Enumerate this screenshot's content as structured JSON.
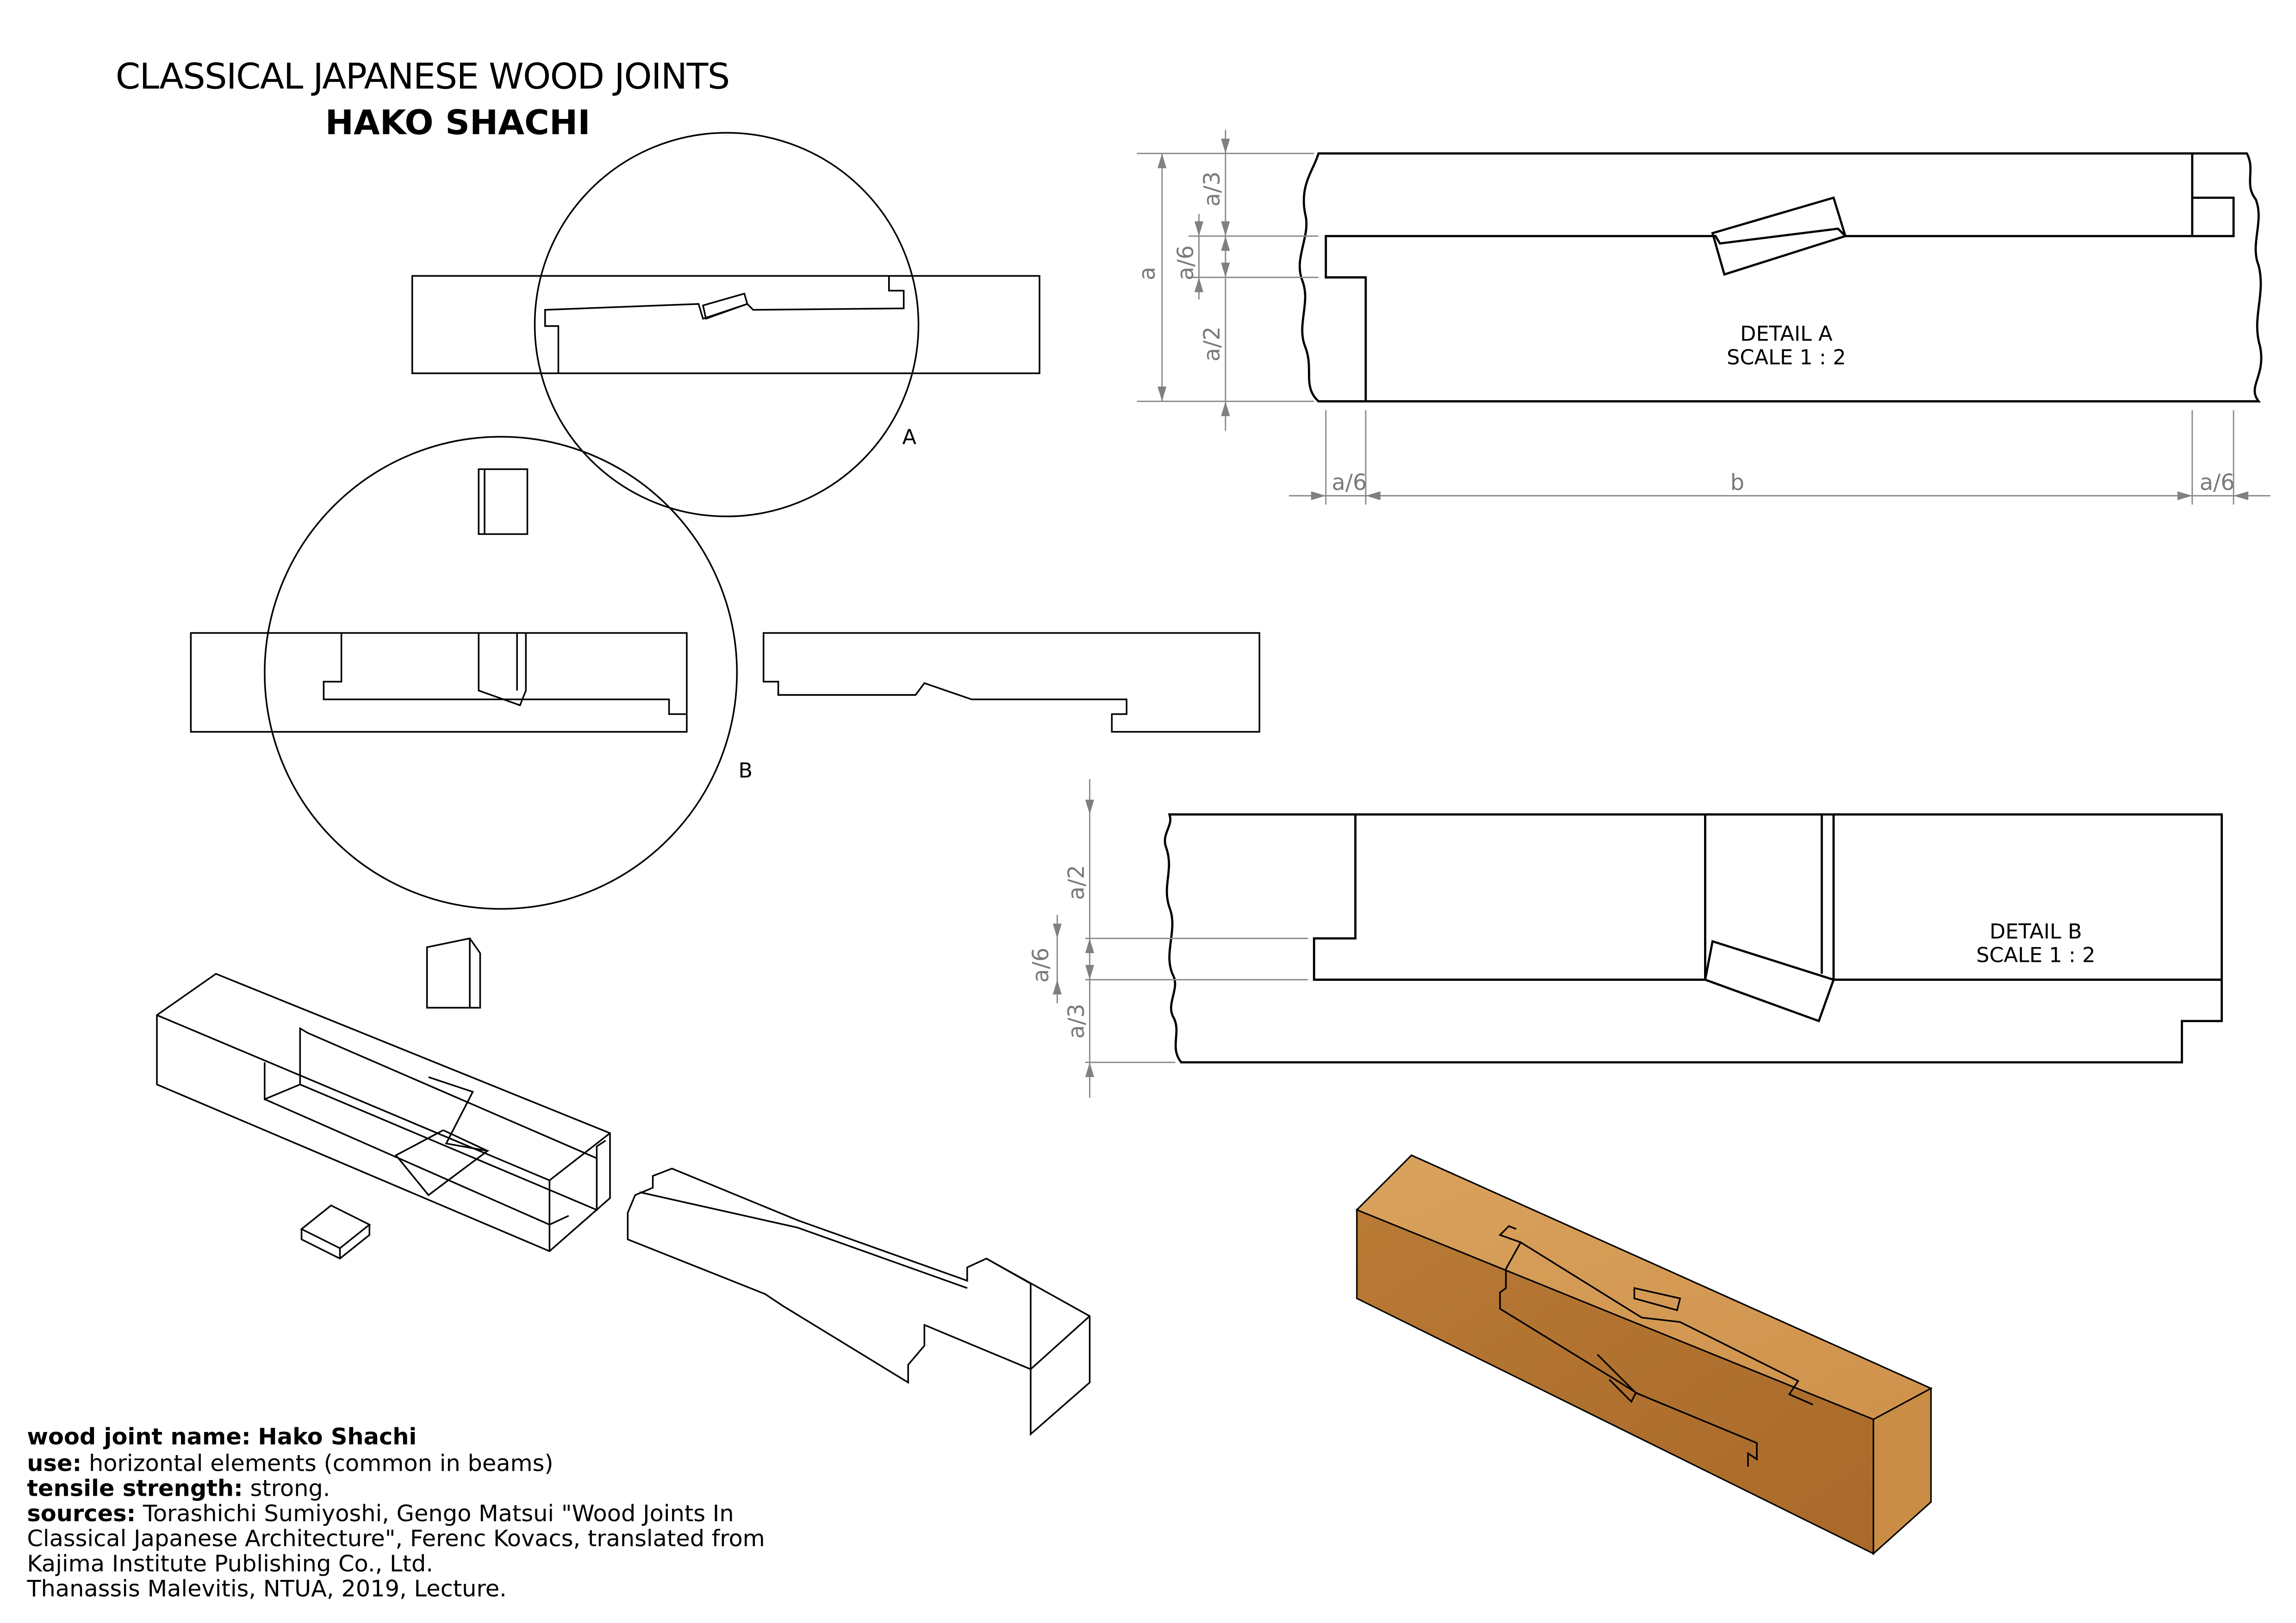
{
  "header": {
    "title": "CLASSICAL JAPANESE WOOD JOINTS",
    "subtitle": "HAKO SHACHI"
  },
  "callouts": {
    "circle_a_label": "A",
    "circle_b_label": "B"
  },
  "detail_a": {
    "title": "DETAIL A",
    "scale": "SCALE 1 : 2",
    "dims": {
      "total_height": "a",
      "top": "a/3",
      "middle": "a/6",
      "bottom": "a/2",
      "left_offset": "a/6",
      "length": "b",
      "right_offset": "a/6"
    }
  },
  "detail_b": {
    "title": "DETAIL B",
    "scale": "SCALE 1 : 2",
    "dims": {
      "top": "a/2",
      "middle": "a/6",
      "bottom": "a/3"
    }
  },
  "render": {
    "wood_top_color": "#d49a55",
    "wood_side_color": "#b5742f",
    "wood_end_color": "#c98d45"
  },
  "info": {
    "name_label": "wood joint name:",
    "name_value": "Hako Shachi",
    "use_label": "use:",
    "use_value": "horizontal elements (common in beams)",
    "strength_label": "tensile strength:",
    "strength_value": "strong.",
    "sources_label": "sources:",
    "sources_line1": "Torashichi Sumiyoshi, Gengo Matsui \"Wood Joints In",
    "sources_line2": "Classical Japanese Architecture\", Ferenc Kovacs, translated from",
    "sources_line3": "Kajima Institute Publishing Co., Ltd.",
    "sources_line4": "Thanassis Malevitis, NTUA, 2019, Lecture."
  }
}
